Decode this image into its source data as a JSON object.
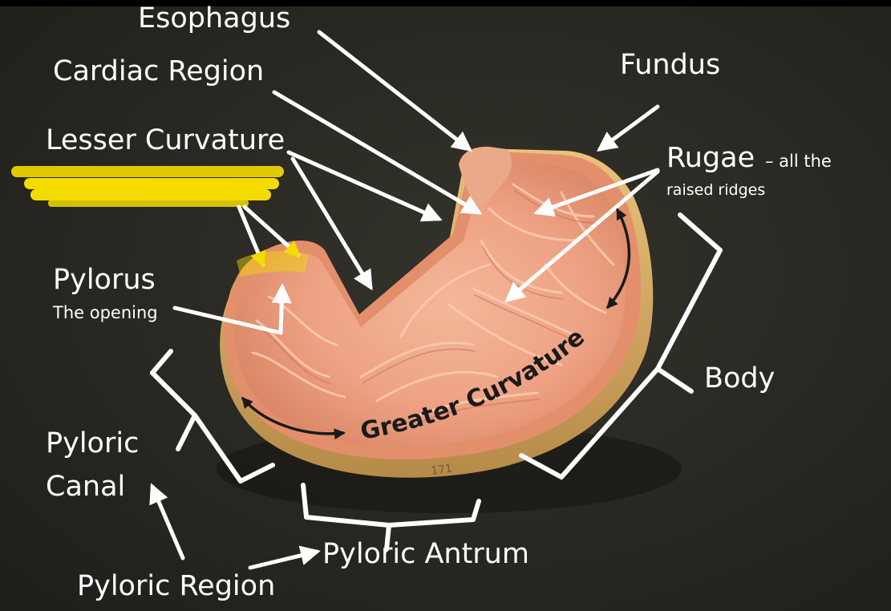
{
  "labels": {
    "esophagus": "Esophagus",
    "cardiac_region": "Cardiac Region",
    "fundus": "Fundus",
    "lesser_curvature": "Lesser Curvature",
    "rugae": "Rugae",
    "rugae_note_line1": "– all the",
    "rugae_note_line2": "raised ridges",
    "pylorus": "Pylorus",
    "pylorus_note": "The opening",
    "greater_curvature": "Greater Curvature",
    "body": "Body",
    "pyloric_canal_line1": "Pyloric",
    "pyloric_canal_line2": "Canal",
    "pyloric_antrum": "Pyloric Antrum",
    "pyloric_region": "Pyloric Region",
    "model_mark": "171"
  },
  "colors": {
    "label_text": "#ffffff",
    "arrows": "#ffffff",
    "highlight": "#f5dc00",
    "stomach_wall": "#e9a07d",
    "mucosa": "#f0a98a",
    "outer_edge": "#e4b86a"
  }
}
